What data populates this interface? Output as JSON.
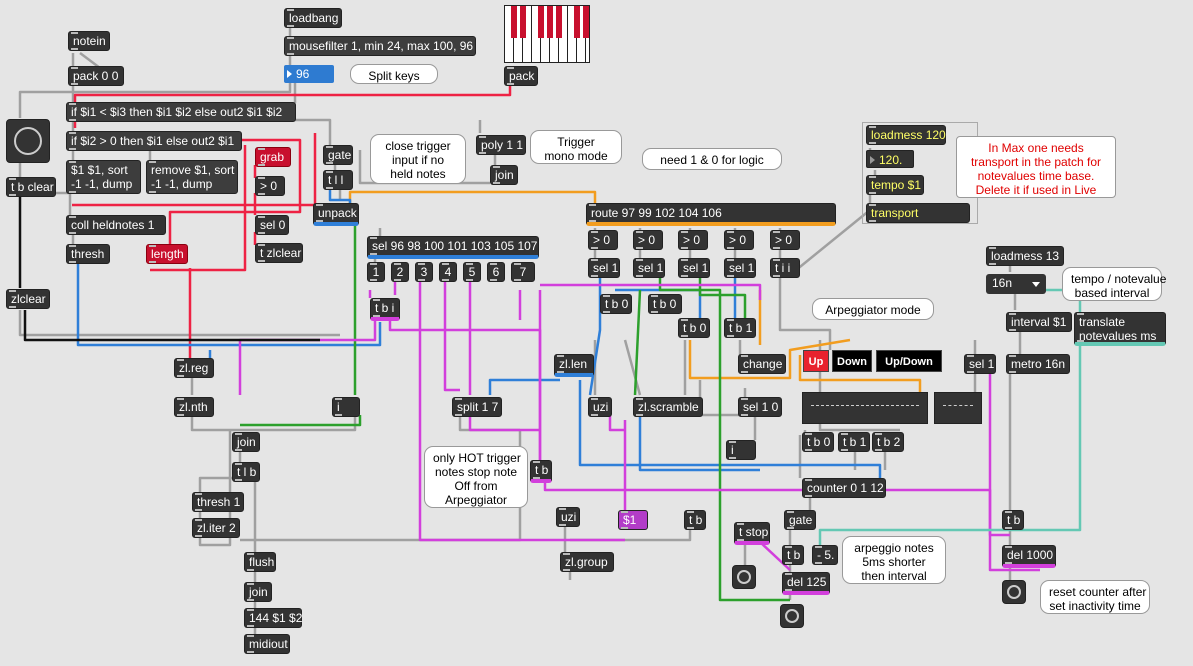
{
  "objects": {
    "notein": "notein",
    "pack00": "pack 0 0",
    "loadbang": "loadbang",
    "mousefilter": "mousefilter 1, min 24, max 100, 96",
    "pack": "pack",
    "if1": "if $i1 < $i3 then $i1 $i2 else out2 $i1 $i2",
    "if2": "if $i2 > 0 then $i1 else out2 $i1",
    "msg_sort": "$1 $1, sort\n-1 -1, dump",
    "msg_remove": "remove $1, sort\n-1 -1, dump",
    "grab": "grab",
    "gt0_grab": "> 0",
    "gate1": "gate",
    "tll": "t l l",
    "poly": "poly 1 1",
    "join1": "join",
    "tbclear": "t b clear",
    "coll": "coll heldnotes 1",
    "unpack": "unpack",
    "route": "route 97 99 102 104 106",
    "sel0": "sel 0",
    "tzlclear": "t zlclear",
    "thresh": "thresh",
    "length": "length",
    "sel_notes": "sel 96 98 100 101 103 105 107",
    "n1": "1",
    "n2": "2",
    "n3": "3",
    "n4": "4",
    "n5": "5",
    "n6": "6",
    "n7": "7",
    "gt0_a": "> 0",
    "gt0_b": "> 0",
    "gt0_c": "> 0",
    "gt0_d": "> 0",
    "gt0_e": "> 0",
    "sel1_a": "sel 1",
    "sel1_b": "sel 1",
    "sel1_c": "sel 1",
    "sel1_d": "sel 1",
    "til": "t i i",
    "zlclear": "zlclear",
    "tbi": "t b i",
    "tb0_a": "t b 0",
    "tb0_b": "t b 0",
    "tb0_c": "t b 0",
    "tb1_a": "t b 1",
    "change": "change",
    "zlreg": "zl.reg",
    "zlnth": "zl.nth",
    "i_a": "i",
    "zllen": "zl.len",
    "split": "split 1 7",
    "uzi_a": "uzi",
    "zlscramble": "zl.scramble",
    "sel10": "sel 1 0",
    "join2": "join",
    "tlb": "t l b",
    "thresh1": "thresh 1",
    "zliter": "zl.iter 2",
    "tb_a": "t b",
    "i_b": "i",
    "tb0_d": "t b 0",
    "tb1_b": "t b 1",
    "tb2": "t b 2",
    "counter": "counter 0 1 12",
    "uzi_b": "uzi",
    "msg_dollar1": "$1",
    "tb_b": "t b",
    "tstop": "t stop",
    "gate2": "gate",
    "flush": "flush",
    "zlgroup": "zl.group",
    "join3": "join",
    "msg144": "144 $1 $2",
    "midiout": "midiout",
    "tb_c": "t b",
    "minus5": "- 5.",
    "del125": "del 125",
    "loadmess120": "loadmess 120",
    "tempo": "tempo $1",
    "transport": "transport",
    "loadmess13": "loadmess 13",
    "interval": "interval $1",
    "translate": "translate\nnotevalues ms",
    "sel1_e": "sel 1",
    "metro": "metro 16n",
    "tb_d": "t b",
    "del1000": "del 1000"
  },
  "numbers": {
    "split_keys": "96",
    "tempo_value": "120."
  },
  "menu": {
    "notevalue": "16n"
  },
  "tabs": {
    "up": "Up",
    "down": "Down",
    "updown": "Up/Down",
    "selected": "Up"
  },
  "comments": {
    "split_keys": "Split keys",
    "trigger_mono": "Trigger\nmono mode",
    "close_trigger": "close trigger\ninput if no\nheld notes",
    "need_logic": "need 1 & 0 for logic",
    "transport_note": "In Max one needs\ntransport in the patch for\nnotevalues time base.\nDelete it if used in Live",
    "tempo_interval": "tempo / notevalue\nbased interval",
    "arp_mode": "Arpeggiator mode",
    "hot_trigger": "only HOT trigger\nnotes stop note\nOff from\nArpeggiator",
    "arp_notes": "arpeggio notes\n5ms shorter\nthen interval",
    "reset_counter": "reset counter after\nset inactivity time"
  },
  "colors": {
    "background": "#e5e5e5",
    "object": "#333333",
    "cord_gray": "#a0a0a0",
    "cord_red": "#ee2244",
    "cord_orange": "#f29d1f",
    "cord_blue": "#2f7fd8",
    "cord_green": "#2ca02c",
    "cord_magenta": "#d23fdc",
    "cord_teal": "#64c8b4",
    "cord_black": "#111111"
  }
}
